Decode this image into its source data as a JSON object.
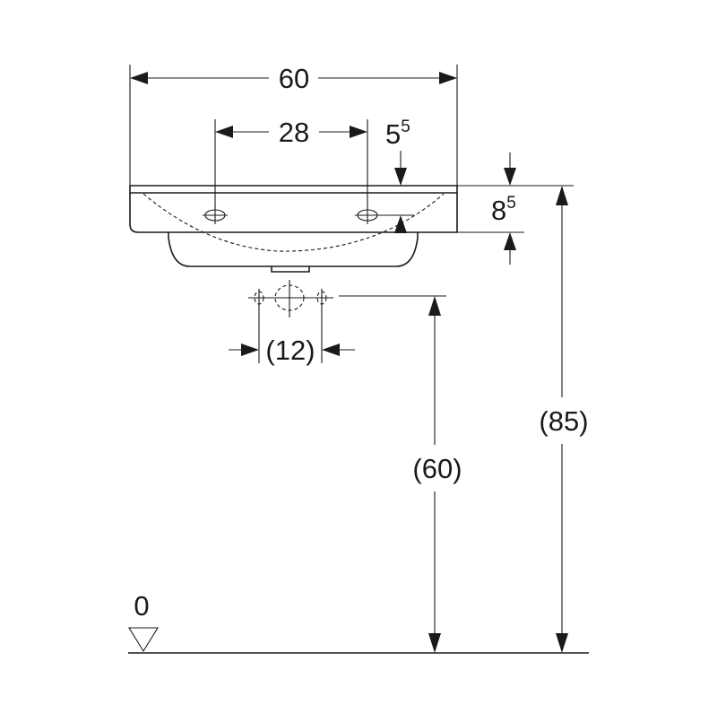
{
  "dimensions": {
    "overall_width": "60",
    "tap_hole_spacing": "28",
    "tap_offset_main": "5",
    "tap_offset_sup": "5",
    "rim_thickness_main": "8",
    "rim_thickness_sup": "5",
    "trap_width": "(12)",
    "outlet_height": "(60)",
    "rim_height": "(85)",
    "floor_level": "0"
  }
}
